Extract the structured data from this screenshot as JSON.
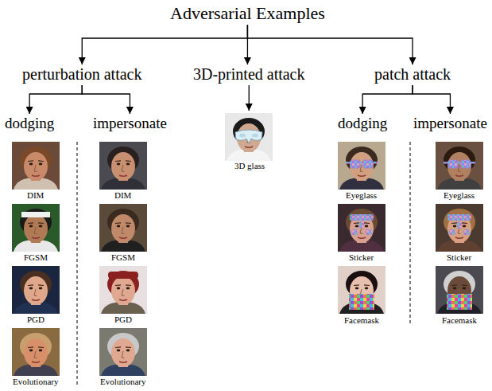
{
  "diagram": {
    "nodes": [
      {
        "text": [
          "Adversarial Examples"
        ]
      },
      {
        "text": [
          "perturbation attack"
        ]
      },
      {
        "text": [
          "3D-printed attack"
        ]
      },
      {
        "text": [
          "patch attack"
        ]
      },
      {
        "text": [
          "dodging"
        ]
      },
      {
        "text": [
          "impersonate"
        ]
      },
      {
        "text": [
          "3D glass"
        ]
      },
      {
        "text": [
          "dodging"
        ]
      },
      {
        "text": [
          "impersonate"
        ]
      }
    ],
    "edges": [
      {
        "from": 0,
        "to": 1,
        "arrow": "to"
      },
      {
        "from": 0,
        "to": 2,
        "arrow": "to"
      },
      {
        "from": 0,
        "to": 3,
        "arrow": "to"
      },
      {
        "from": 1,
        "to": 4,
        "arrow": "to"
      },
      {
        "from": 1,
        "to": 5,
        "arrow": "to"
      },
      {
        "from": 2,
        "to": 6,
        "arrow": "to"
      },
      {
        "from": 3,
        "to": 7,
        "arrow": "to"
      },
      {
        "from": 3,
        "to": 8,
        "arrow": "to"
      }
    ],
    "labels": [
      "DIM",
      "FGSM",
      "PGD",
      "Evolutionary",
      "DIM",
      "FGSM",
      "PGD",
      "Evolutionary",
      "Eyeglass",
      "Sticker",
      "Facemask",
      "Eyeglass",
      "Sticker",
      "Facemask"
    ]
  }
}
